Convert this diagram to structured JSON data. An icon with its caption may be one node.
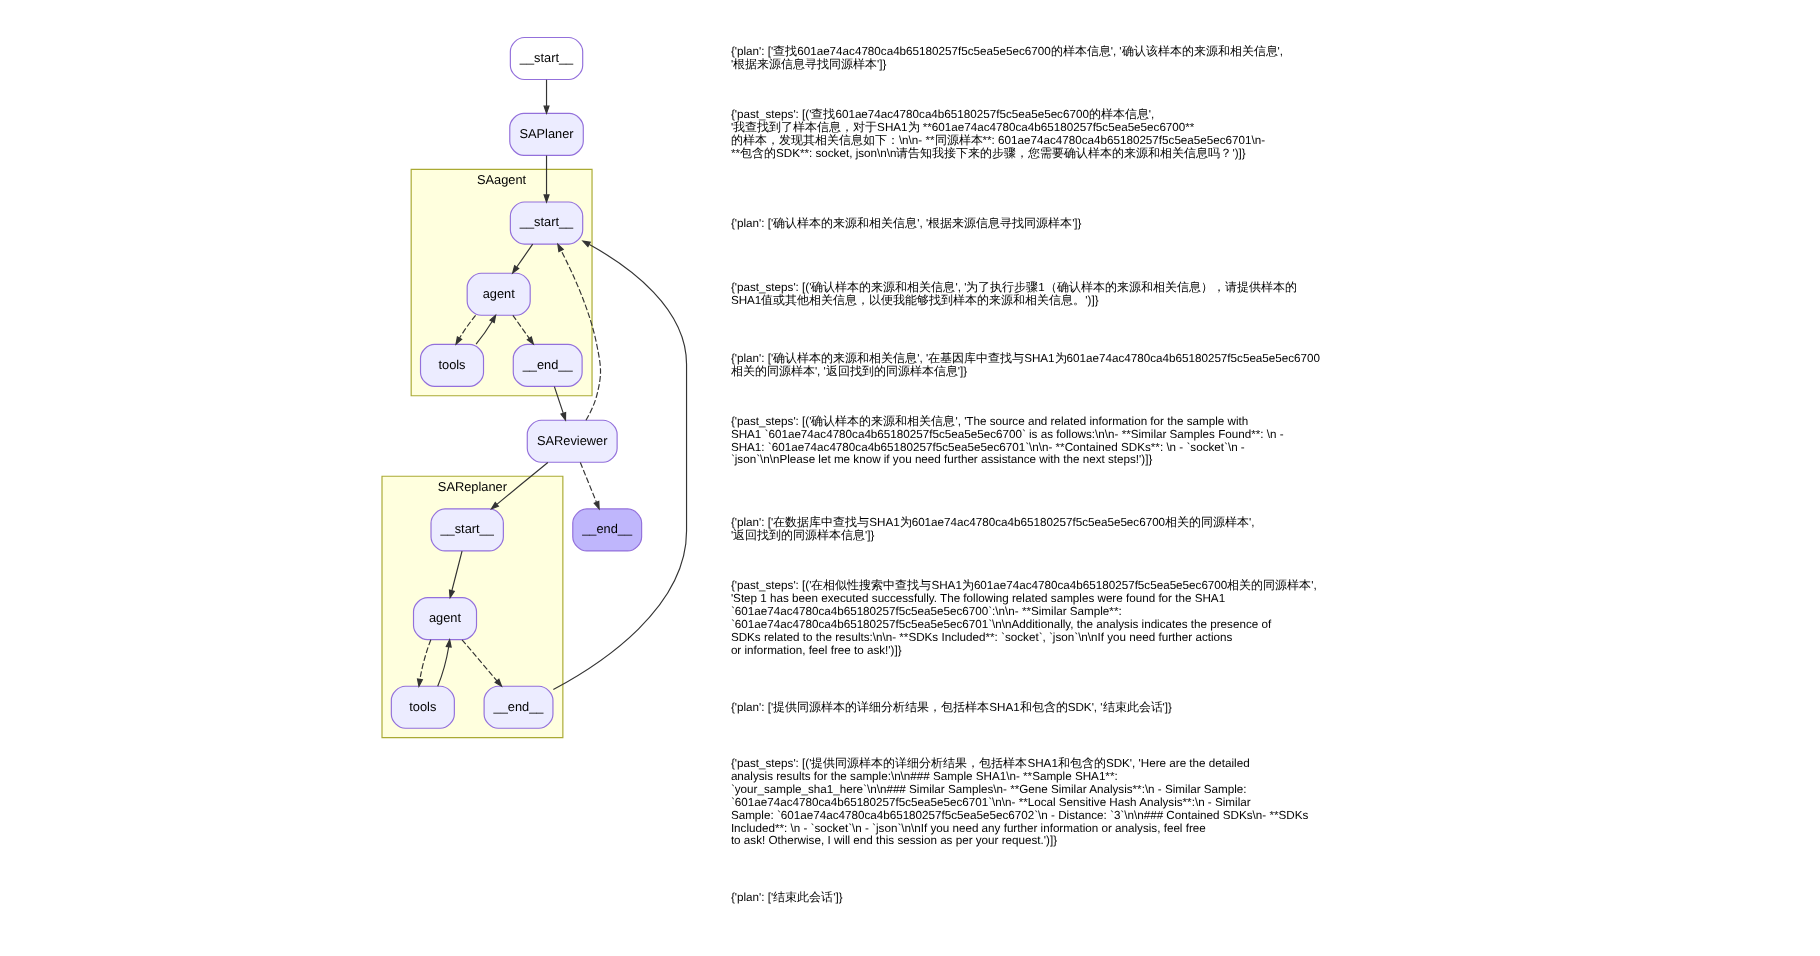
{
  "diagram": {
    "nodes": [
      {
        "text": [
          "__start__"
        ]
      },
      {
        "text": [
          "SAPlaner"
        ]
      },
      {
        "text": [
          "SAagent"
        ]
      },
      {
        "text": [
          "__start__"
        ],
        "in": 2
      },
      {
        "text": [
          "agent"
        ],
        "in": 2
      },
      {
        "text": [
          "tools"
        ],
        "in": 2
      },
      {
        "text": [
          "__end__"
        ],
        "in": 2
      },
      {
        "text": [
          "SAReviewer"
        ]
      },
      {
        "text": [
          "SAReplaner"
        ]
      },
      {
        "text": [
          "__start__"
        ],
        "in": 8
      },
      {
        "text": [
          "agent"
        ],
        "in": 8
      },
      {
        "text": [
          "tools"
        ],
        "in": 8
      },
      {
        "text": [
          "__end__"
        ],
        "in": 8
      },
      {
        "text": [
          "__end__"
        ]
      }
    ],
    "edges": [
      {
        "from": 0,
        "to": 1,
        "arrow": "to"
      },
      {
        "from": 1,
        "to": 3,
        "arrow": "to"
      },
      {
        "from": 3,
        "to": 4,
        "arrow": "to"
      },
      {
        "from": 4,
        "to": 5,
        "arrow": "to",
        "style": "dashed"
      },
      {
        "from": 5,
        "to": 4,
        "arrow": "to"
      },
      {
        "from": 4,
        "to": 6,
        "arrow": "to",
        "style": "dashed"
      },
      {
        "from": 6,
        "to": 7,
        "arrow": "to"
      },
      {
        "from": 7,
        "to": 3,
        "arrow": "to",
        "style": "dashed"
      },
      {
        "from": 7,
        "to": 9,
        "arrow": "to"
      },
      {
        "from": 7,
        "to": 13,
        "arrow": "to",
        "style": "dashed"
      },
      {
        "from": 9,
        "to": 10,
        "arrow": "to"
      },
      {
        "from": 10,
        "to": 11,
        "arrow": "to",
        "style": "dashed"
      },
      {
        "from": 11,
        "to": 10,
        "arrow": "to"
      },
      {
        "from": 10,
        "to": 12,
        "arrow": "to",
        "style": "dashed"
      },
      {
        "from": 12,
        "to": 3,
        "arrow": "to"
      }
    ],
    "labels": [
      "{'plan': ['查找601ae74ac4780ca4b65180257f5c5ea5e5ec6700的样本信息', '确认该样本的来源和相关信息', '根据来源信息寻找同源样本']}",
      "{'past_steps': [('查找601ae74ac4780ca4b65180257f5c5ea5e5ec6700的样本信息', '我查找到了样本信息，对于SHA1为 **601ae74ac4780ca4b65180257f5c5ea5e5ec6700** 的样本，发现其相关信息如下：\\n\\n- **同源样本**: 601ae74ac4780ca4b65180257f5c5ea5e5ec6701\\n- **包含的SDK**: socket, json\\n\\n请告知我接下来的步骤，您需要确认样本的来源和相关信息吗？')]}",
      "{'plan': ['确认样本的来源和相关信息', '根据来源信息寻找同源样本']}",
      "{'past_steps': [('确认样本的来源和相关信息', '为了执行步骤1（确认样本的来源和相关信息），请提供样本的SHA1值或其他相关信息，以便我能够找到样本的来源和相关信息。')]}",
      "{'plan': ['确认样本的来源和相关信息', '在基因库中查找与SHA1为601ae74ac4780ca4b65180257f5c5ea5e5ec6700相关的同源样本', '返回找到的同源样本信息']}",
      "{'past_steps': [('确认样本的来源和相关信息', 'The source and related information for the sample with SHA1 `601ae74ac4780ca4b65180257f5c5ea5e5ec6700` is as follows:\\n\\n- **Similar Samples Found**: \\n - SHA1: `601ae74ac4780ca4b65180257f5c5ea5e5ec6701`\\n\\n- **Contained SDKs**: \\n - `socket`\\n - `json`\\n\\nPlease let me know if you need further assistance with the next steps!')]}",
      "{'plan': ['在数据库中查找与SHA1为601ae74ac4780ca4b65180257f5c5ea5e5ec6700相关的同源样本', '返回找到的同源样本信息']}",
      "{'past_steps': [('在相似性搜索中查找与SHA1为601ae74ac4780ca4b65180257f5c5ea5e5ec6700相关的同源样本', 'Step 1 has been executed successfully. The following related samples were found for the SHA1 `601ae74ac4780ca4b65180257f5c5ea5e5ec6700`:\\n\\n- **Similar Sample**: `601ae74ac4780ca4b65180257f5c5ea5e5ec6701`\\n\\nAdditionally, the analysis indicates the presence of SDKs related to the results:\\n\\n- **SDKs Included**: `socket`, `json`\\n\\nIf you need further actions or information, feel free to ask!')]}",
      "{'plan': ['提供同源样本的详细分析结果，包括样本SHA1和包含的SDK', '结束此会话']}",
      "{'past_steps': [('提供同源样本的详细分析结果，包括样本SHA1和包含的SDK', 'Here are the detailed analysis results for the sample:\\n\\n### Sample SHA1\\n- **Sample SHA1**: `your_sample_sha1_here`\\n\\n### Similar Samples\\n- **Gene Similar Analysis**:\\n - Similar Sample: `601ae74ac4780ca4b65180257f5c5ea5e5ec6701`\\n\\n- **Local Sensitive Hash Analysis**:\\n - Similar Sample: `601ae74ac4780ca4b65180257f5c5ea5e5ec6702`\\n - Distance: `3`\\n\\n### Contained SDKs\\n- **SDKs Included**: \\n - `socket`\\n - `json`\\n\\nIf you need any further information or analysis, feel free to ask! Otherwise, I will end this session as per your request.')]}",
      "{'plan': ['结束此会话']}"
    ]
  }
}
